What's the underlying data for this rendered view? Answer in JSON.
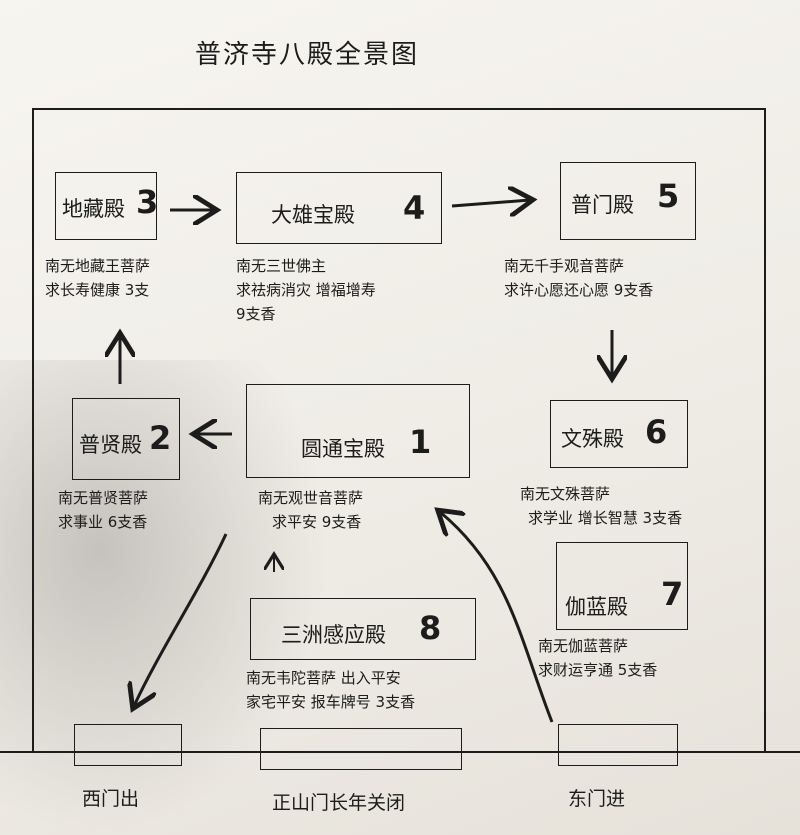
{
  "title": "普济寺八殿全景图",
  "halls": [
    {
      "id": "1",
      "name": "圆通宝殿",
      "num": "1",
      "lines": [
        "南无观世音菩萨",
        "求平安 9支香"
      ]
    },
    {
      "id": "2",
      "name": "普贤殿",
      "num": "2",
      "lines": [
        "南无普贤菩萨",
        "求事业 6支香"
      ]
    },
    {
      "id": "3",
      "name": "地藏殿",
      "num": "3",
      "lines": [
        "南无地藏王菩萨",
        "求长寿健康 3支"
      ]
    },
    {
      "id": "4",
      "name": "大雄宝殿",
      "num": "4",
      "lines": [
        "南无三世佛主",
        "求祛病消灾 增福增寿",
        "9支香"
      ]
    },
    {
      "id": "5",
      "name": "普门殿",
      "num": "5",
      "lines": [
        "南无千手观音菩萨",
        "求许心愿还心愿 9支香"
      ]
    },
    {
      "id": "6",
      "name": "文殊殿",
      "num": "6",
      "lines": [
        "南无文殊菩萨",
        "求学业 增长智慧 3支香"
      ]
    },
    {
      "id": "7",
      "name": "伽蓝殿",
      "num": "7",
      "lines": [
        "南无伽蓝菩萨",
        "求财运亨通 5支香"
      ]
    },
    {
      "id": "8",
      "name": "三洲感应殿",
      "num": "8",
      "lines": [
        "南无韦陀菩萨 出入平安",
        "家宅平安 报车牌号 3支香"
      ]
    }
  ],
  "gates": {
    "west": "西门出",
    "main": "正山门长年关闭",
    "east": "东门进"
  },
  "colors": {
    "ink": "#1c1c1c",
    "paper": "#f2efe8"
  }
}
